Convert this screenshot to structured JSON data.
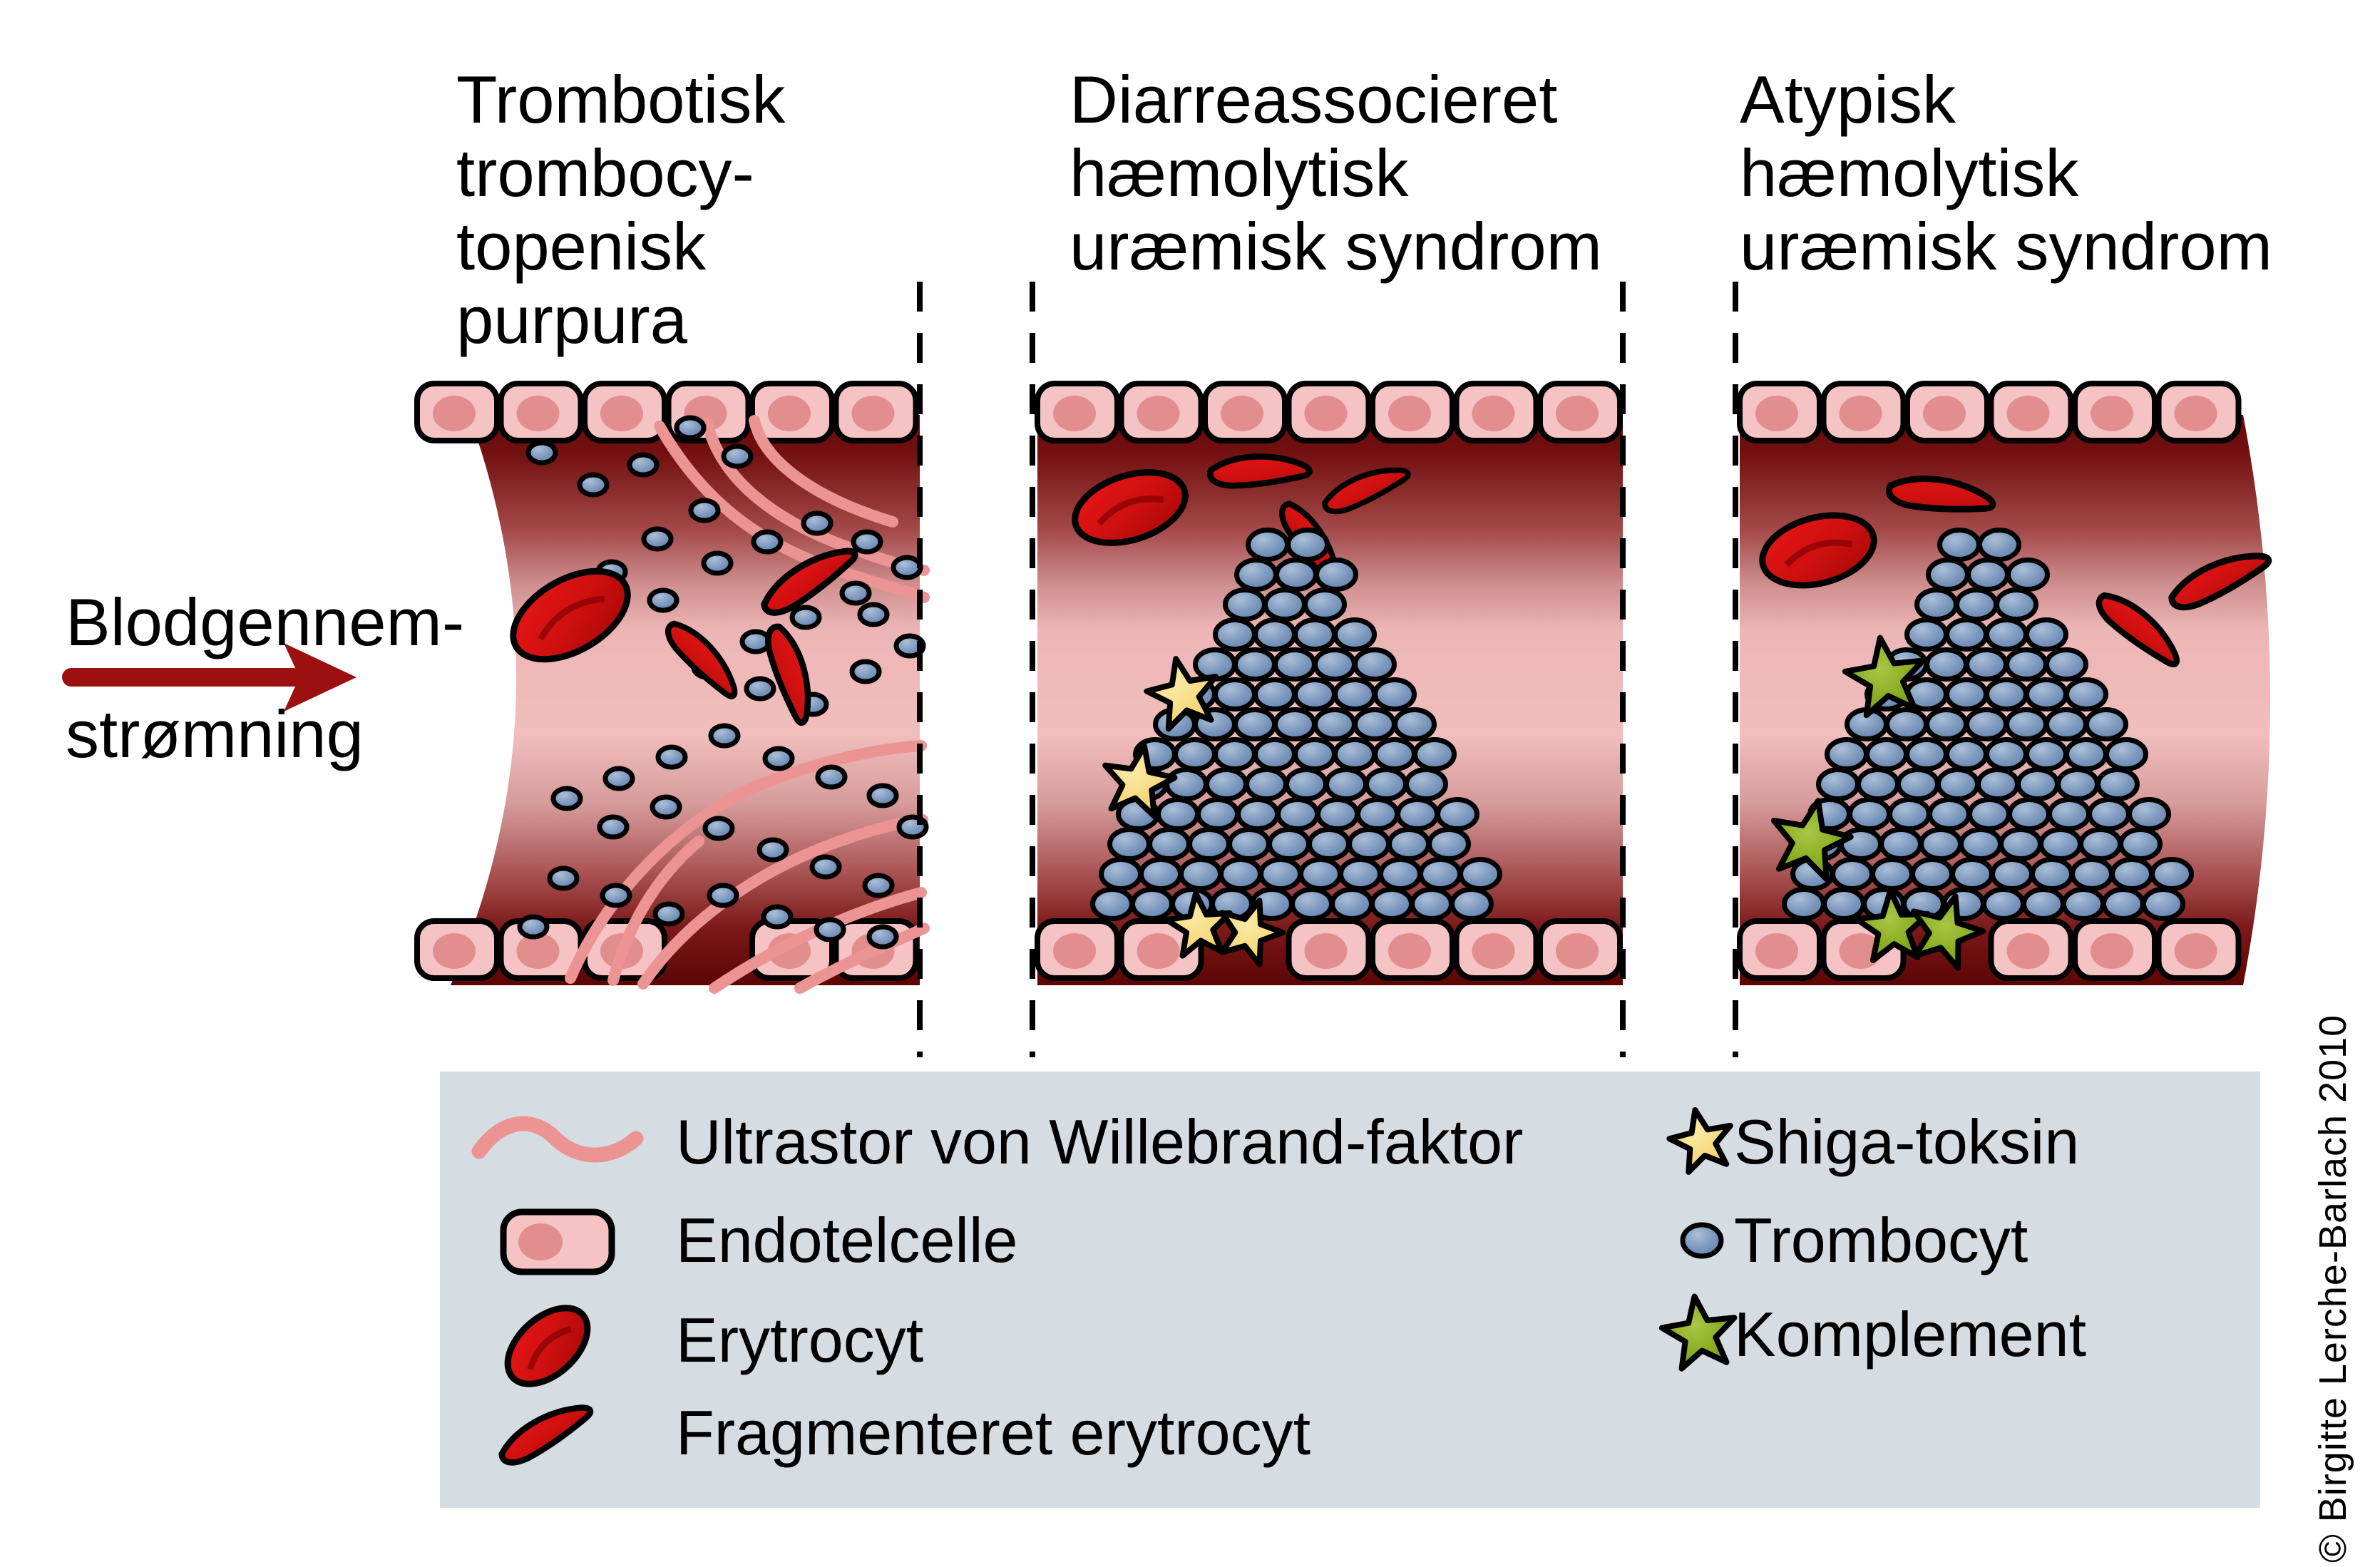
{
  "panels": [
    {
      "id": "ttp",
      "title_lines": [
        "Trombotisk",
        "trombocy-",
        "topenisk",
        "purpura"
      ]
    },
    {
      "id": "d-hus",
      "title_lines": [
        "Diarreassocieret",
        "hæmolytisk",
        "uræmisk syndrom"
      ]
    },
    {
      "id": "a-hus",
      "title_lines": [
        "Atypisk",
        "hæmolytisk",
        "uræmisk syndrom"
      ]
    }
  ],
  "flow_label_lines": [
    "Blodgennem-",
    "strømning"
  ],
  "legend": {
    "left": [
      {
        "icon": "vwf-strand-icon",
        "label": "Ultrastor von Willebrand-faktor"
      },
      {
        "icon": "endothelial-cell-icon",
        "label": "Endotelcelle"
      },
      {
        "icon": "erythrocyte-icon",
        "label": "Erytrocyt"
      },
      {
        "icon": "fragmented-erythrocyte-icon",
        "label": "Fragmenteret erytrocyt"
      }
    ],
    "right": [
      {
        "icon": "shiga-toxin-icon",
        "label": "Shiga-toksin"
      },
      {
        "icon": "platelet-icon",
        "label": "Trombocyt"
      },
      {
        "icon": "complement-icon",
        "label": "Komplement"
      }
    ]
  },
  "copyright": "© Birgitte Lerche-Barlach 2010",
  "colors": {
    "vessel_dark": "#5c0505",
    "vessel_light": "#f1bdbd",
    "endothelial_fill": "#f5c3c3",
    "endothelial_nucleus": "#e28e8e",
    "outline": "#000000",
    "erythrocyte": "#d01010",
    "erythrocyte_dark": "#8f0404",
    "platelet": "#7b97bd",
    "platelet_light": "#abbfd8",
    "platelet_dark": "#5d7fa9",
    "vwf": "#ec9393",
    "shiga_toxin": "#f6d87a",
    "complement": "#85a91b",
    "flow_arrow": "#9c1010",
    "legend_bg": "#d6dde2",
    "dashed_line": "#000000"
  }
}
